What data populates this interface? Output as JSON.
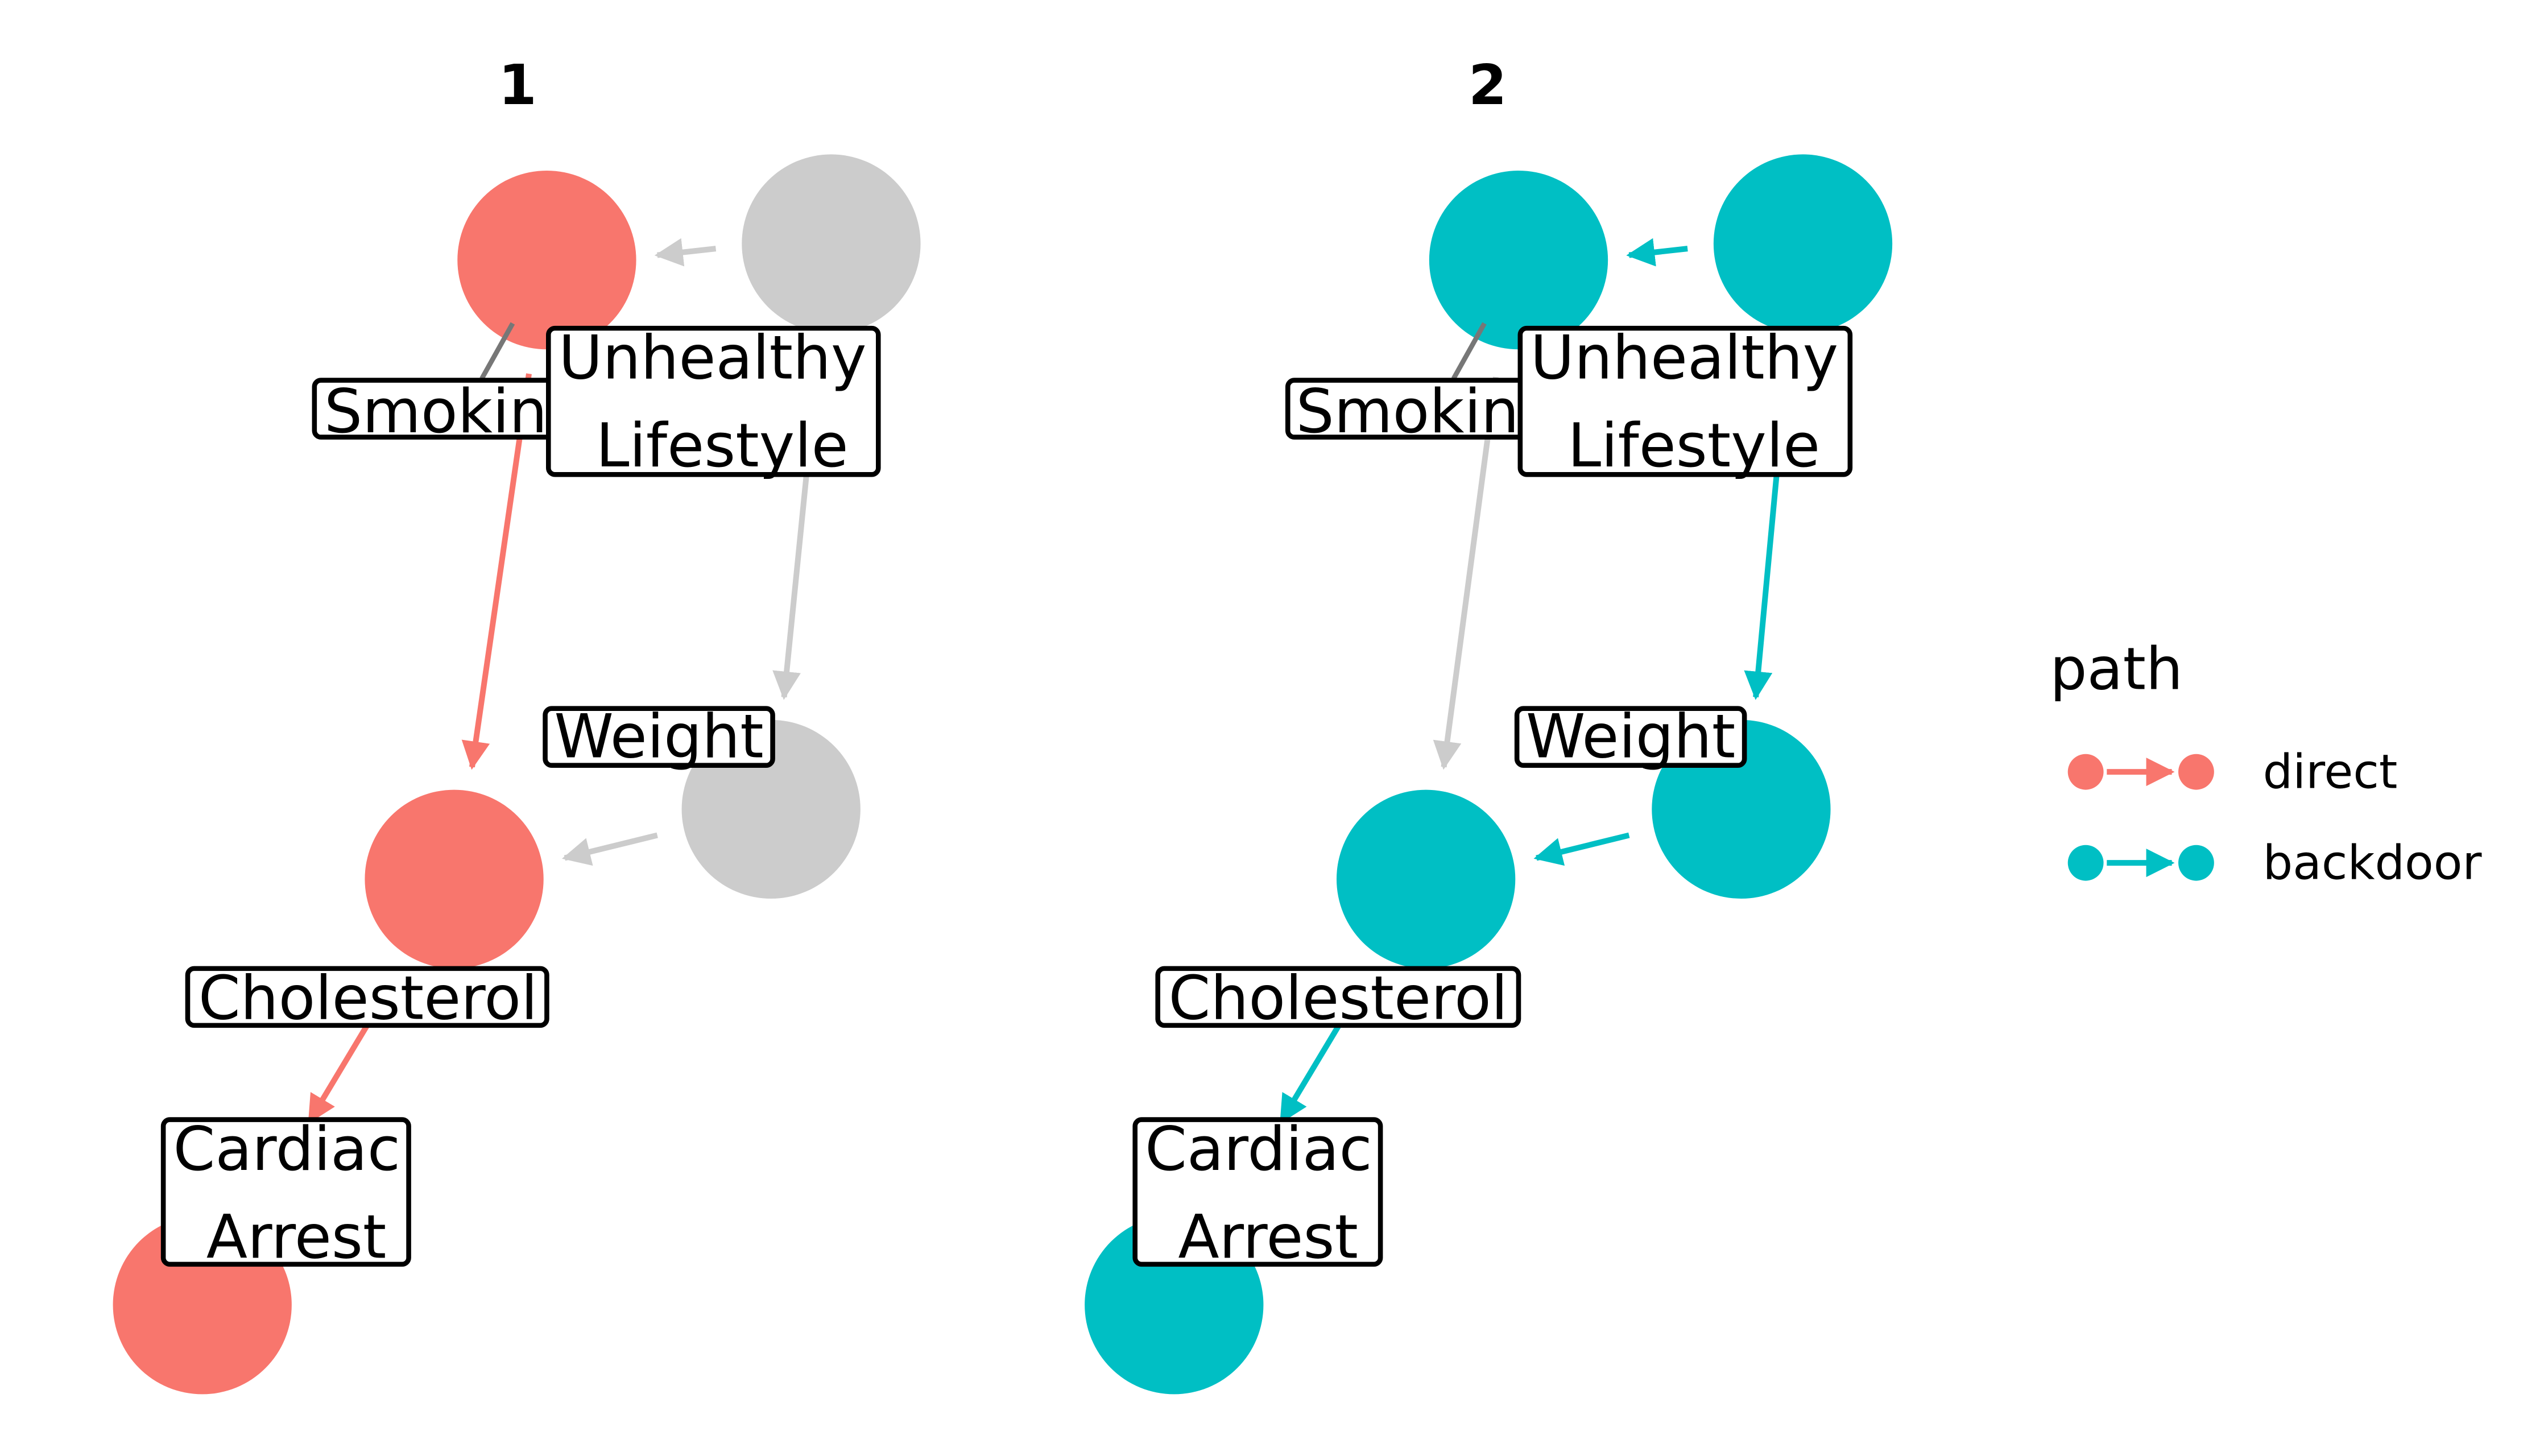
{
  "panels": [
    {
      "title": "1",
      "colors": {
        "node_smoking": "#F8766D",
        "node_lifestyle": "#CCCCCC",
        "node_weight": "#CCCCCC",
        "node_cholesterol": "#F8766D",
        "node_cardiac": "#F8766D",
        "edge_lifestyle_smoking": "#CCCCCC",
        "edge_smoking_cholesterol": "#F8766D",
        "edge_lifestyle_weight": "#CCCCCC",
        "edge_weight_cholesterol": "#CCCCCC",
        "edge_cholesterol_cardiac": "#F8766D"
      }
    },
    {
      "title": "2",
      "colors": {
        "node_smoking": "#00BFC4",
        "node_lifestyle": "#00BFC4",
        "node_weight": "#00BFC4",
        "node_cholesterol": "#00BFC4",
        "node_cardiac": "#00BFC4",
        "edge_lifestyle_smoking": "#00BFC4",
        "edge_smoking_cholesterol": "#CCCCCC",
        "edge_lifestyle_weight": "#00BFC4",
        "edge_weight_cholesterol": "#00BFC4",
        "edge_cholesterol_cardiac": "#00BFC4"
      }
    }
  ],
  "nodes": {
    "smoking": {
      "label_lines": [
        "Smokin"
      ]
    },
    "lifestyle": {
      "label_lines": [
        "Unhealthy",
        " Lifestyle"
      ]
    },
    "weight": {
      "label_lines": [
        "Weight"
      ]
    },
    "cholesterol": {
      "label_lines": [
        "Cholesterol"
      ]
    },
    "cardiac": {
      "label_lines": [
        "Cardiac",
        " Arrest"
      ]
    }
  },
  "legend": {
    "title": "path",
    "items": [
      {
        "label": "direct",
        "color": "#F8766D"
      },
      {
        "label": "backdoor",
        "color": "#00BFC4"
      }
    ]
  }
}
